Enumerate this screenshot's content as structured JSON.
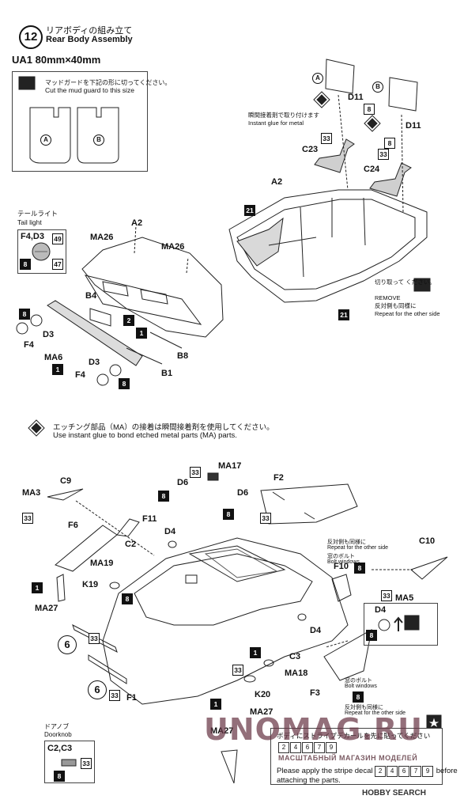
{
  "header": {
    "step_number": "12",
    "title_jp": "リアボディの組み立て",
    "title_en": "Rear Body Assembly"
  },
  "ua1": {
    "title": "UA1  80mm×40mm",
    "note_jp": "マッドガードを下記の形に切ってください。",
    "note_en": "Cut the mud guard to this size",
    "left_marker": "A",
    "right_marker": "B"
  },
  "top_right": {
    "marker_a": "A",
    "marker_b": "B",
    "d11_left": "D11",
    "d11_right": "D11",
    "part8_left": "8",
    "part8_right": "8",
    "glue_note_jp": "瞬間接着剤で取り付けます",
    "glue_note_en": "Instant glue for metal",
    "part33_left": "33",
    "part33_right": "33",
    "c23": "C23",
    "c24": "C24",
    "a2": "A2",
    "part21_top": "21",
    "part21_bottom": "21",
    "cut_note_jp": "切り取って ください。",
    "remove": "REMOVE",
    "repeat_jp": "反対側も同様に",
    "repeat_en": "Repeat for the other side"
  },
  "tail": {
    "title_jp": "テールライト",
    "title_en": "Tail light",
    "box_label": "F4,D3",
    "box_49": "49",
    "box_8": "8",
    "box_47": "47",
    "a2": "A2",
    "ma26_left": "MA26",
    "ma26_right": "MA26",
    "b4": "B4",
    "part2": "2",
    "part1_a": "1",
    "part1_b": "1",
    "part8_a": "8",
    "part8_b": "8",
    "d3_top": "D3",
    "f4_top": "F4",
    "ma6": "MA6",
    "d3_bottom": "D3",
    "f4_bottom": "F4",
    "b8": "B8",
    "b1": "B1"
  },
  "etch_note": {
    "jp": "エッチング部品（MA）の接着は瞬間接着剤を使用してください。",
    "en": "Use instant glue to bond etched metal parts (MA) parts."
  },
  "bottom": {
    "ma17": "MA17",
    "part33_ma17": "33",
    "f2": "F2",
    "c9": "C9",
    "d6_left": "D6",
    "d6_right": "D6",
    "part8_d6_left": "8",
    "part8_d6_right": "8",
    "part33_f2": "33",
    "ma3": "MA3",
    "part33_ma3": "33",
    "f6": "F6",
    "f11": "F11",
    "d4_top": "D4",
    "c2": "C2",
    "ma19": "MA19",
    "k19": "K19",
    "part1_ma27": "1",
    "part8_k19": "8",
    "ma27_left": "MA27",
    "step6_a": "6",
    "step6_b": "6",
    "part33_wiper_a": "33",
    "part33_wiper_b": "33",
    "f1": "F1",
    "repeat_jp": "反対側も同様に",
    "repeat_en": "Repeat for the other side",
    "window_jp": "窓のボルト",
    "window_en": "Bolt windows",
    "f10": "F10",
    "part8_f10": "8",
    "c10": "C10",
    "part33_ma5": "33",
    "ma5": "MA5",
    "d4_right": "D4",
    "note_d4": "D4",
    "note_8": "8",
    "part1_c3": "1",
    "c3": "C3",
    "ma18": "MA18",
    "part33_k20": "33",
    "k20": "K20",
    "part1_ma27b": "1",
    "ma27_bottom": "MA27",
    "ma27_box": "MA27",
    "f3": "F3",
    "f3_window_jp": "窓のボルト",
    "f3_window_en": "Bolt windows",
    "f3_8": "8",
    "f3_repeat_jp": "反対側も同様に",
    "f3_repeat_en": "Repeat for the other side"
  },
  "doorknob": {
    "title_jp": "ドアノブ",
    "title_en": "Doorknob",
    "label": "C2,C3",
    "part33": "33",
    "part8": "8"
  },
  "decal_note": {
    "jp": "ボディにストライプデカールを先に貼ってください",
    "nums": [
      "2",
      "4",
      "6",
      "7",
      "9"
    ],
    "en_line1": "Please apply the stripe decal",
    "en_line1_end": "before",
    "en_line2": "attaching the parts."
  },
  "watermark": {
    "main": "UNOMAG.RU",
    "sub": "МАСШТАБНЫЙ МАГАЗИН МОДЕЛЕЙ"
  },
  "footer": {
    "logo": "HOBBY SEARCH"
  }
}
